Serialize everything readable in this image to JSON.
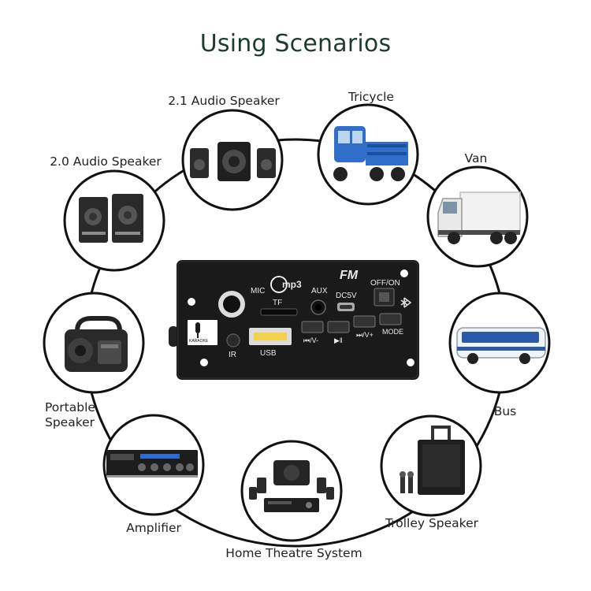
{
  "title": "Using Scenarios",
  "scenarios": {
    "audio21": "2.1 Audio Speaker",
    "tricycle": "Tricycle",
    "audio20": "2.0 Audio Speaker",
    "van": "Van",
    "portable_line1": "Portable",
    "portable_line2": "Speaker",
    "bus": "Bus",
    "amplifier": "Amplifier",
    "trolley": "Trolley Speaker",
    "home_theatre": "Home Theatre System"
  },
  "module": {
    "mic": "MIC",
    "tf": "TF",
    "mp3_badge": "mp3",
    "aux": "AUX",
    "brand": "FM",
    "dc5v": "DC5V",
    "off_on": "OFF/ON",
    "usb": "USB",
    "ir": "IR",
    "karaoke": "KARAOKE",
    "prev_vol": "⏮/V-",
    "play_pause": "▶‖",
    "next_vol": "⏭/V+",
    "mode": "MODE"
  },
  "colors": {
    "title": "#1d3d2c",
    "board": "#1a1a1a",
    "ring": "#111111",
    "tricycle_blue": "#2f6fc9",
    "van_white": "#f2f2f2",
    "bus_blue": "#2a5aa8"
  },
  "icons": [
    "bluetooth-icon",
    "mp3-logo-icon",
    "microphone-icon",
    "prev-icon",
    "play-pause-icon",
    "next-icon"
  ]
}
